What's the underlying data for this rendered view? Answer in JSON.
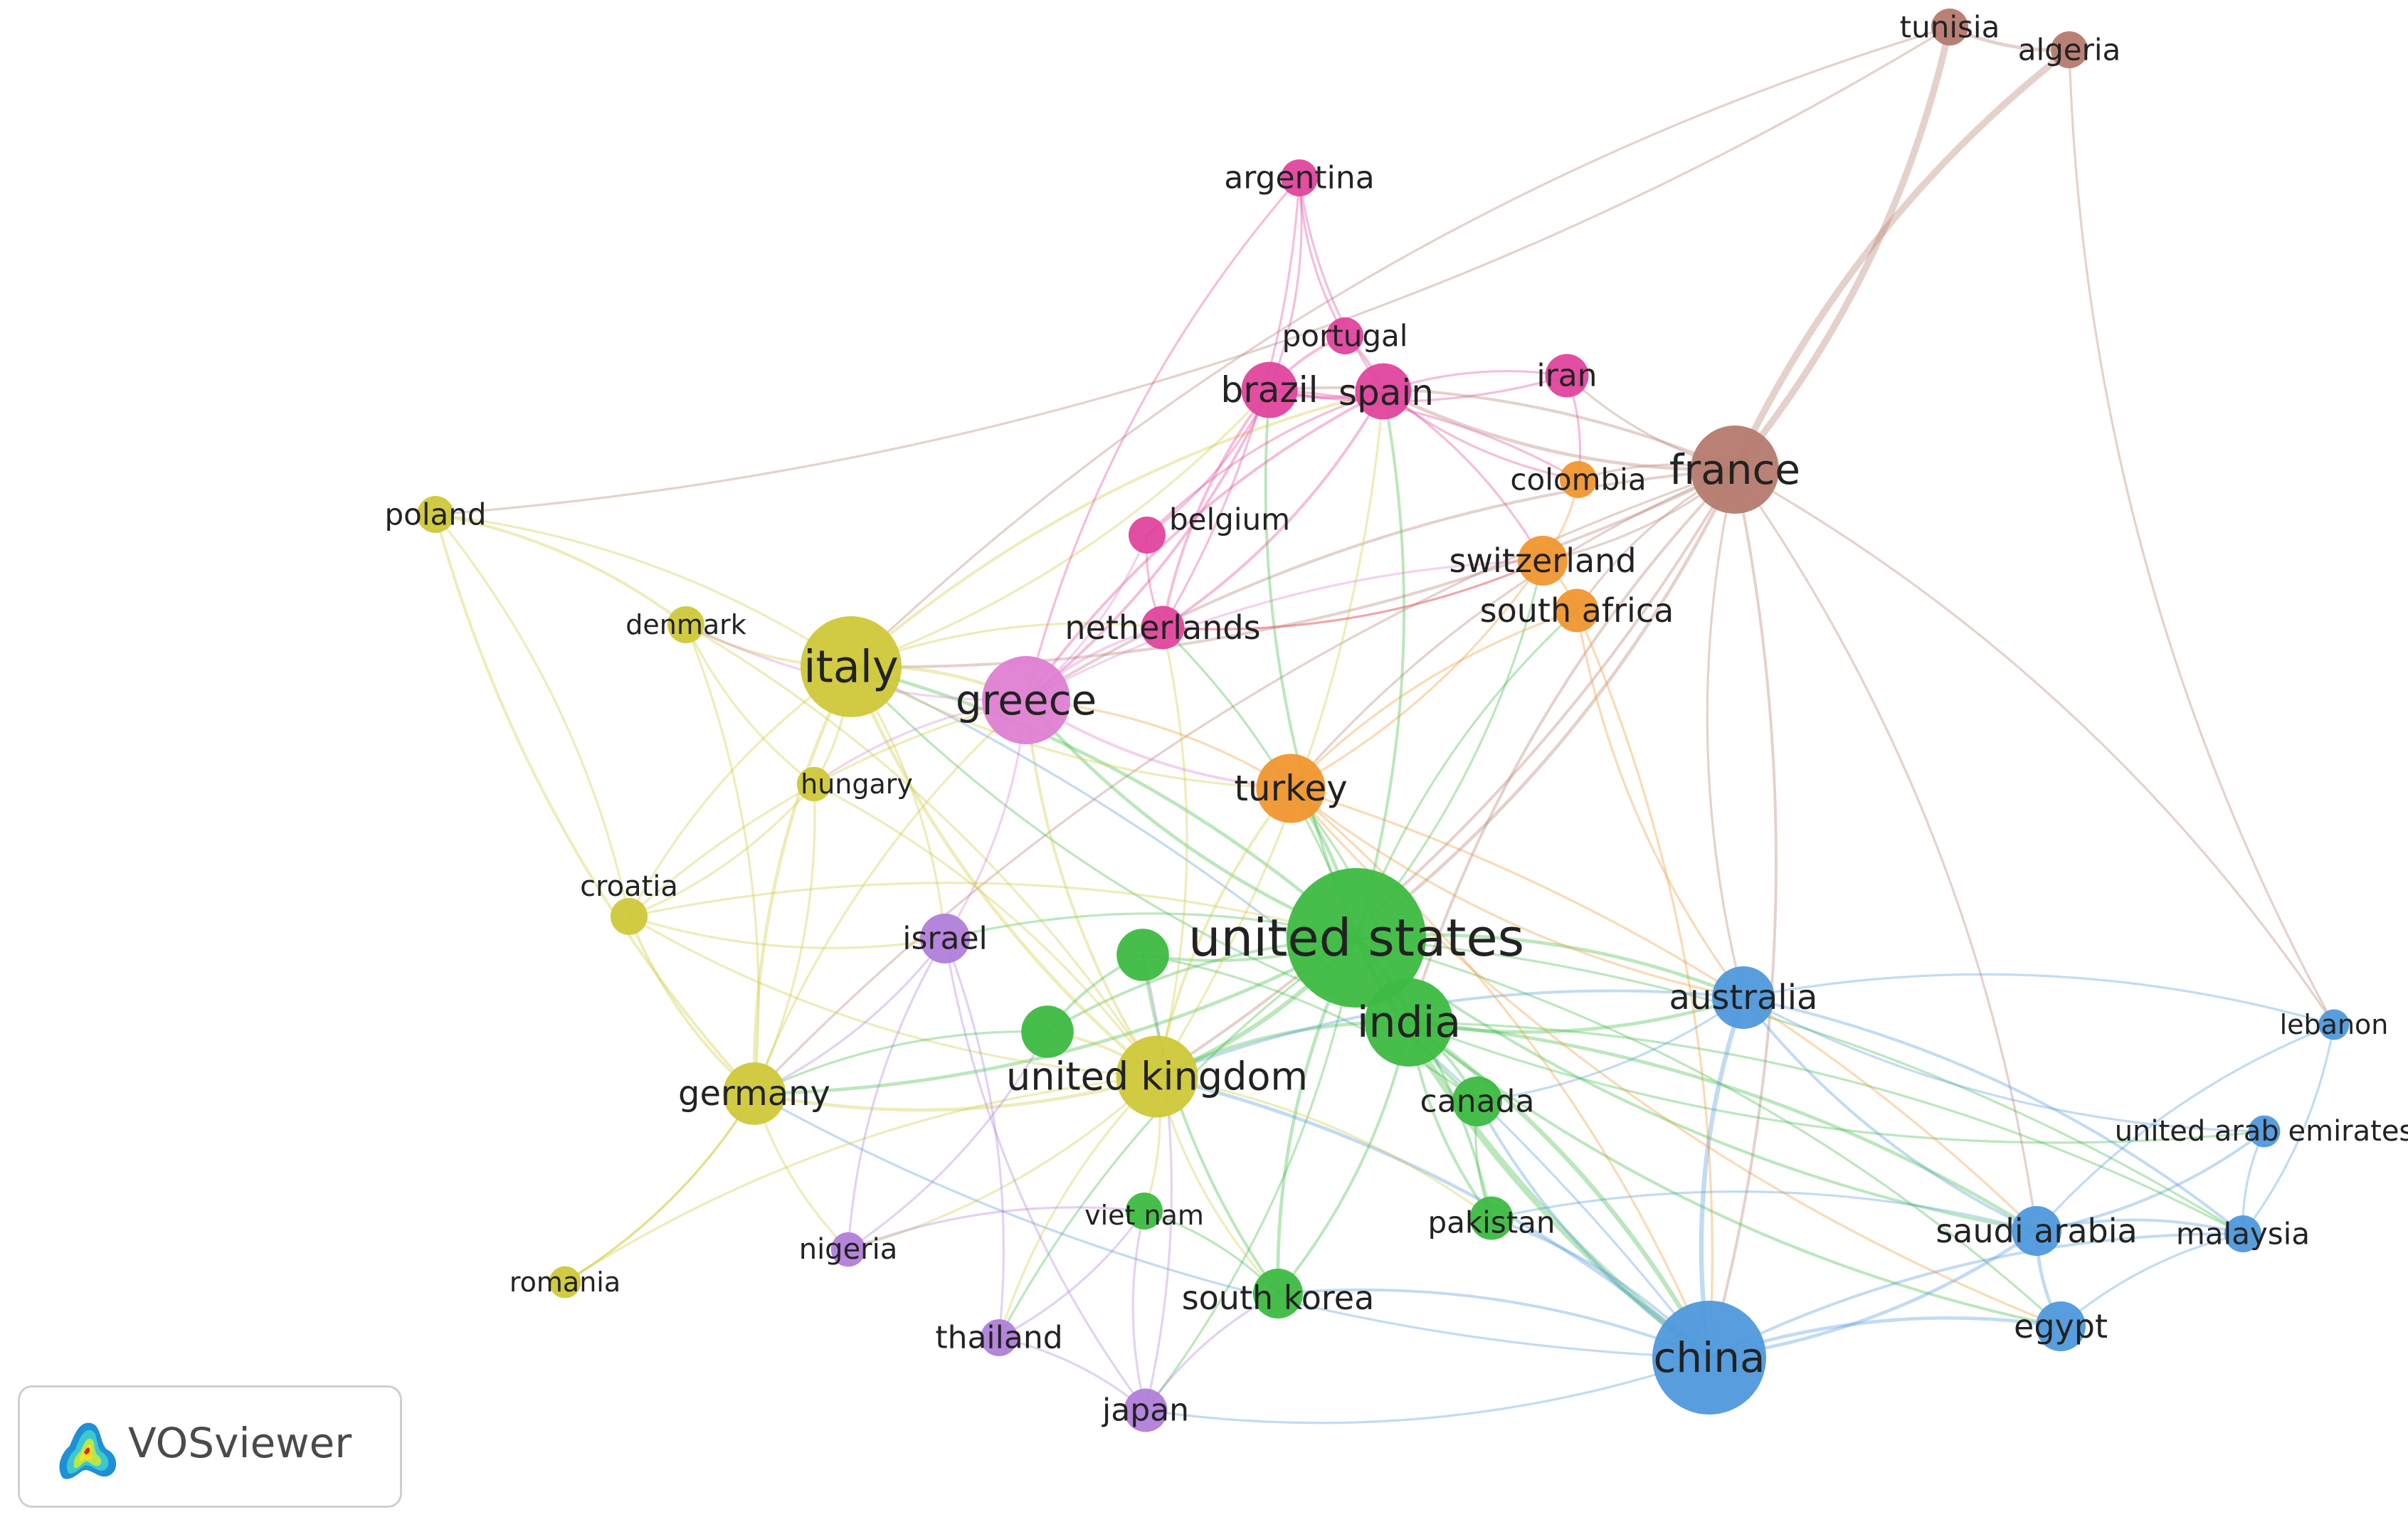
{
  "app": {
    "brand_name": "VOSviewer"
  },
  "clusters": {
    "green": "#3dbb42",
    "yellow": "#cfc83a",
    "pink": "#e0449c",
    "orange": "#f0962f",
    "brown": "#b57a6e",
    "blue": "#4f99dc",
    "purple": "#b07ed9",
    "lightpink": "#de7fd2"
  },
  "nodes": [
    {
      "id": "united states",
      "label": "united states",
      "cluster": "green",
      "weight": 10
    },
    {
      "id": "india",
      "label": "india",
      "cluster": "green",
      "weight": 6
    },
    {
      "id": "canada",
      "label": "canada",
      "cluster": "green",
      "weight": 3
    },
    {
      "id": "pakistan",
      "label": "pakistan",
      "cluster": "green",
      "weight": 2.5
    },
    {
      "id": "south korea",
      "label": "south korea",
      "cluster": "green",
      "weight": 3
    },
    {
      "id": "viet nam",
      "label": "viet nam",
      "cluster": "green",
      "weight": 2
    },
    {
      "id": "green-a",
      "label": "",
      "cluster": "green",
      "weight": 3.2
    },
    {
      "id": "green-b",
      "label": "",
      "cluster": "green",
      "weight": 3.2
    },
    {
      "id": "italy",
      "label": "italy",
      "cluster": "yellow",
      "weight": 7
    },
    {
      "id": "germany",
      "label": "germany",
      "cluster": "yellow",
      "weight": 4
    },
    {
      "id": "united kingdom",
      "label": "united kingdom",
      "cluster": "yellow",
      "weight": 5.5
    },
    {
      "id": "poland",
      "label": "poland",
      "cluster": "yellow",
      "weight": 2
    },
    {
      "id": "denmark",
      "label": "denmark",
      "cluster": "yellow",
      "weight": 2
    },
    {
      "id": "hungary",
      "label": "hungary",
      "cluster": "yellow",
      "weight": 1.8
    },
    {
      "id": "croatia",
      "label": "croatia",
      "cluster": "yellow",
      "weight": 2
    },
    {
      "id": "romania",
      "label": "romania",
      "cluster": "yellow",
      "weight": 1.6
    },
    {
      "id": "brazil",
      "label": "brazil",
      "cluster": "pink",
      "weight": 3.5
    },
    {
      "id": "spain",
      "label": "spain",
      "cluster": "pink",
      "weight": 3.5
    },
    {
      "id": "portugal",
      "label": "portugal",
      "cluster": "pink",
      "weight": 2
    },
    {
      "id": "argentina",
      "label": "argentina",
      "cluster": "pink",
      "weight": 2
    },
    {
      "id": "iran",
      "label": "iran",
      "cluster": "pink",
      "weight": 2.5
    },
    {
      "id": "belgium",
      "label": "belgium",
      "cluster": "pink",
      "weight": 2
    },
    {
      "id": "netherlands",
      "label": "netherlands",
      "cluster": "pink",
      "weight": 2.5
    },
    {
      "id": "greece",
      "label": "greece",
      "cluster": "lightpink",
      "weight": 6
    },
    {
      "id": "turkey",
      "label": "turkey",
      "cluster": "orange",
      "weight": 4.5
    },
    {
      "id": "switzerland",
      "label": "switzerland",
      "cluster": "orange",
      "weight": 3
    },
    {
      "id": "south africa",
      "label": "south africa",
      "cluster": "orange",
      "weight": 2.5
    },
    {
      "id": "colombia",
      "label": "colombia",
      "cluster": "orange",
      "weight": 2
    },
    {
      "id": "france",
      "label": "france",
      "cluster": "brown",
      "weight": 6
    },
    {
      "id": "tunisia",
      "label": "tunisia",
      "cluster": "brown",
      "weight": 2
    },
    {
      "id": "algeria",
      "label": "algeria",
      "cluster": "brown",
      "weight": 2
    },
    {
      "id": "australia",
      "label": "australia",
      "cluster": "blue",
      "weight": 4
    },
    {
      "id": "china",
      "label": "china",
      "cluster": "blue",
      "weight": 8
    },
    {
      "id": "saudi arabia",
      "label": "saudi arabia",
      "cluster": "blue",
      "weight": 3
    },
    {
      "id": "egypt",
      "label": "egypt",
      "cluster": "blue",
      "weight": 3
    },
    {
      "id": "malaysia",
      "label": "malaysia",
      "cluster": "blue",
      "weight": 2
    },
    {
      "id": "lebanon",
      "label": "lebanon",
      "cluster": "blue",
      "weight": 1.5
    },
    {
      "id": "united arab emirates",
      "label": "united arab emirates",
      "cluster": "blue",
      "weight": 1.6
    },
    {
      "id": "israel",
      "label": "israel",
      "cluster": "purple",
      "weight": 3
    },
    {
      "id": "nigeria",
      "label": "nigeria",
      "cluster": "purple",
      "weight": 1.8
    },
    {
      "id": "thailand",
      "label": "thailand",
      "cluster": "purple",
      "weight": 2
    },
    {
      "id": "japan",
      "label": "japan",
      "cluster": "purple",
      "weight": 2.5
    }
  ],
  "links": [
    [
      "france",
      "tunisia",
      5
    ],
    [
      "france",
      "algeria",
      5
    ],
    [
      "tunisia",
      "algeria",
      2
    ],
    [
      "france",
      "spain",
      2
    ],
    [
      "france",
      "brazil",
      1.5
    ],
    [
      "france",
      "iran",
      1
    ],
    [
      "france",
      "colombia",
      1
    ],
    [
      "france",
      "switzerland",
      1
    ],
    [
      "france",
      "south africa",
      1
    ],
    [
      "france",
      "italy",
      1.5
    ],
    [
      "france",
      "greece",
      1.5
    ],
    [
      "france",
      "united states",
      2
    ],
    [
      "france",
      "india",
      1.5
    ],
    [
      "france",
      "china",
      1.5
    ],
    [
      "france",
      "australia",
      1
    ],
    [
      "france",
      "united kingdom",
      1.5
    ],
    [
      "france",
      "turkey",
      1
    ],
    [
      "france",
      "lebanon",
      1
    ],
    [
      "france",
      "germany",
      1
    ],
    [
      "france",
      "saudi arabia",
      1
    ],
    [
      "algeria",
      "lebanon",
      1
    ],
    [
      "tunisia",
      "poland",
      1
    ],
    [
      "tunisia",
      "italy",
      1
    ],
    [
      "united states",
      "india",
      3
    ],
    [
      "united states",
      "china",
      5
    ],
    [
      "united states",
      "united kingdom",
      3
    ],
    [
      "united states",
      "canada",
      2
    ],
    [
      "united states",
      "australia",
      2
    ],
    [
      "united states",
      "italy",
      2
    ],
    [
      "united states",
      "greece",
      2
    ],
    [
      "united states",
      "turkey",
      2
    ],
    [
      "united states",
      "germany",
      2
    ],
    [
      "united states",
      "south korea",
      2
    ],
    [
      "united states",
      "pakistan",
      1.5
    ],
    [
      "united states",
      "spain",
      1.5
    ],
    [
      "united states",
      "brazil",
      1.5
    ],
    [
      "united states",
      "saudi arabia",
      1.5
    ],
    [
      "united states",
      "egypt",
      1
    ],
    [
      "united states",
      "israel",
      1
    ],
    [
      "united states",
      "japan",
      1
    ],
    [
      "united states",
      "switzerland",
      1
    ],
    [
      "united states",
      "south africa",
      1
    ],
    [
      "united states",
      "netherlands",
      1
    ],
    [
      "united states",
      "green-a",
      1.5
    ],
    [
      "united states",
      "green-b",
      1.5
    ],
    [
      "united states",
      "malaysia",
      1
    ],
    [
      "united states",
      "thailand",
      1
    ],
    [
      "india",
      "china",
      3
    ],
    [
      "india",
      "australia",
      2
    ],
    [
      "india",
      "saudi arabia",
      2
    ],
    [
      "india",
      "united kingdom",
      2
    ],
    [
      "india",
      "canada",
      1.5
    ],
    [
      "india",
      "pakistan",
      1.5
    ],
    [
      "india",
      "south korea",
      1.5
    ],
    [
      "india",
      "egypt",
      1.5
    ],
    [
      "india",
      "malaysia",
      1
    ],
    [
      "india",
      "turkey",
      1
    ],
    [
      "india",
      "italy",
      1
    ],
    [
      "india",
      "united arab emirates",
      1
    ],
    [
      "china",
      "australia",
      3
    ],
    [
      "china",
      "saudi arabia",
      2
    ],
    [
      "china",
      "egypt",
      2
    ],
    [
      "china",
      "united kingdom",
      2
    ],
    [
      "china",
      "canada",
      1.5
    ],
    [
      "china",
      "pakistan",
      1.5
    ],
    [
      "china",
      "malaysia",
      1.5
    ],
    [
      "china",
      "south korea",
      1.5
    ],
    [
      "china",
      "japan",
      1
    ],
    [
      "china",
      "italy",
      1
    ],
    [
      "china",
      "germany",
      1
    ],
    [
      "australia",
      "saudi arabia",
      1.5
    ],
    [
      "australia",
      "malaysia",
      1.5
    ],
    [
      "australia",
      "united arab emirates",
      1
    ],
    [
      "australia",
      "lebanon",
      1
    ],
    [
      "australia",
      "united kingdom",
      1.5
    ],
    [
      "australia",
      "canada",
      1
    ],
    [
      "saudi arabia",
      "egypt",
      2
    ],
    [
      "saudi arabia",
      "malaysia",
      1.5
    ],
    [
      "saudi arabia",
      "united arab emirates",
      1.5
    ],
    [
      "saudi arabia",
      "lebanon",
      1
    ],
    [
      "saudi arabia",
      "pakistan",
      1
    ],
    [
      "egypt",
      "malaysia",
      1
    ],
    [
      "united arab emirates",
      "malaysia",
      1
    ],
    [
      "lebanon",
      "malaysia",
      1
    ],
    [
      "italy",
      "germany",
      2
    ],
    [
      "italy",
      "greece",
      2
    ],
    [
      "italy",
      "united kingdom",
      2
    ],
    [
      "italy",
      "denmark",
      1.5
    ],
    [
      "italy",
      "poland",
      1
    ],
    [
      "italy",
      "hungary",
      1
    ],
    [
      "italy",
      "croatia",
      1
    ],
    [
      "italy",
      "spain",
      1.5
    ],
    [
      "italy",
      "brazil",
      1
    ],
    [
      "italy",
      "netherlands",
      1
    ],
    [
      "italy",
      "turkey",
      1
    ],
    [
      "italy",
      "israel",
      1
    ],
    [
      "germany",
      "united kingdom",
      2
    ],
    [
      "germany",
      "croatia",
      1.5
    ],
    [
      "germany",
      "denmark",
      1
    ],
    [
      "germany",
      "romania",
      1
    ],
    [
      "germany",
      "hungary",
      1
    ],
    [
      "germany",
      "greece",
      1
    ],
    [
      "germany",
      "nigeria",
      1
    ],
    [
      "united kingdom",
      "greece",
      1.5
    ],
    [
      "united kingdom",
      "denmark",
      1
    ],
    [
      "united kingdom",
      "croatia",
      1
    ],
    [
      "united kingdom",
      "netherlands",
      1
    ],
    [
      "united kingdom",
      "turkey",
      1.5
    ],
    [
      "united kingdom",
      "spain",
      1
    ],
    [
      "united kingdom",
      "nigeria",
      1
    ],
    [
      "united kingdom",
      "thailand",
      1
    ],
    [
      "united kingdom",
      "viet nam",
      1
    ],
    [
      "united kingdom",
      "south korea",
      1
    ],
    [
      "united kingdom",
      "pakistan",
      1
    ],
    [
      "united kingdom",
      "green-b",
      1.5
    ],
    [
      "poland",
      "denmark",
      1.5
    ],
    [
      "poland",
      "germany",
      1.5
    ],
    [
      "poland",
      "croatia",
      1
    ],
    [
      "croatia",
      "hungary",
      1
    ],
    [
      "croatia",
      "greece",
      1
    ],
    [
      "croatia",
      "israel",
      1
    ],
    [
      "croatia",
      "united states",
      1
    ],
    [
      "romania",
      "germany",
      1
    ],
    [
      "romania",
      "united kingdom",
      1
    ],
    [
      "brazil",
      "spain",
      2
    ],
    [
      "brazil",
      "portugal",
      1.5
    ],
    [
      "brazil",
      "argentina",
      1
    ],
    [
      "brazil",
      "greece",
      1.5
    ],
    [
      "brazil",
      "netherlands",
      1.5
    ],
    [
      "brazil",
      "belgium",
      1
    ],
    [
      "brazil",
      "iran",
      1
    ],
    [
      "brazil",
      "colombia",
      1
    ],
    [
      "spain",
      "portugal",
      1.5
    ],
    [
      "spain",
      "argentina",
      1
    ],
    [
      "spain",
      "greece",
      1.5
    ],
    [
      "spain",
      "netherlands",
      1.5
    ],
    [
      "spain",
      "belgium",
      1
    ],
    [
      "spain",
      "switzerland",
      1
    ],
    [
      "spain",
      "colombia",
      1
    ],
    [
      "spain",
      "iran",
      1
    ],
    [
      "argentina",
      "portugal",
      1
    ],
    [
      "argentina",
      "netherlands",
      1
    ],
    [
      "argentina",
      "greece",
      1
    ],
    [
      "greece",
      "netherlands",
      1.5
    ],
    [
      "greece",
      "turkey",
      1.5
    ],
    [
      "greece",
      "israel",
      1
    ],
    [
      "greece",
      "belgium",
      1
    ],
    [
      "greece",
      "switzerland",
      1
    ],
    [
      "greece",
      "hungary",
      1
    ],
    [
      "greece",
      "denmark",
      1
    ],
    [
      "turkey",
      "switzerland",
      1
    ],
    [
      "turkey",
      "south africa",
      1
    ],
    [
      "turkey",
      "greece",
      1
    ],
    [
      "turkey",
      "china",
      1
    ],
    [
      "turkey",
      "australia",
      1
    ],
    [
      "turkey",
      "saudi arabia",
      1
    ],
    [
      "turkey",
      "egypt",
      1
    ],
    [
      "switzerland",
      "south africa",
      1
    ],
    [
      "switzerland",
      "colombia",
      1
    ],
    [
      "switzerland",
      "netherlands",
      1
    ],
    [
      "south africa",
      "australia",
      1
    ],
    [
      "south africa",
      "china",
      1
    ],
    [
      "israel",
      "nigeria",
      1
    ],
    [
      "israel",
      "thailand",
      1
    ],
    [
      "israel",
      "japan",
      1
    ],
    [
      "israel",
      "germany",
      1
    ],
    [
      "japan",
      "thailand",
      1
    ],
    [
      "japan",
      "south korea",
      1
    ],
    [
      "japan",
      "green-a",
      1
    ],
    [
      "japan",
      "viet nam",
      1
    ],
    [
      "thailand",
      "viet nam",
      1
    ],
    [
      "nigeria",
      "viet nam",
      1
    ],
    [
      "nigeria",
      "green-b",
      1
    ],
    [
      "south korea",
      "green-a",
      1.5
    ],
    [
      "south korea",
      "viet nam",
      1
    ],
    [
      "pakistan",
      "canada",
      1
    ],
    [
      "green-a",
      "green-b",
      1.5
    ],
    [
      "green-a",
      "canada",
      1
    ],
    [
      "green-b",
      "germany",
      1
    ],
    [
      "netherlands",
      "belgium",
      1
    ],
    [
      "netherlands",
      "switzerland",
      1
    ],
    [
      "iran",
      "colombia",
      1
    ],
    [
      "denmark",
      "hungary",
      1
    ],
    [
      "hungary",
      "united kingdom",
      1
    ]
  ]
}
